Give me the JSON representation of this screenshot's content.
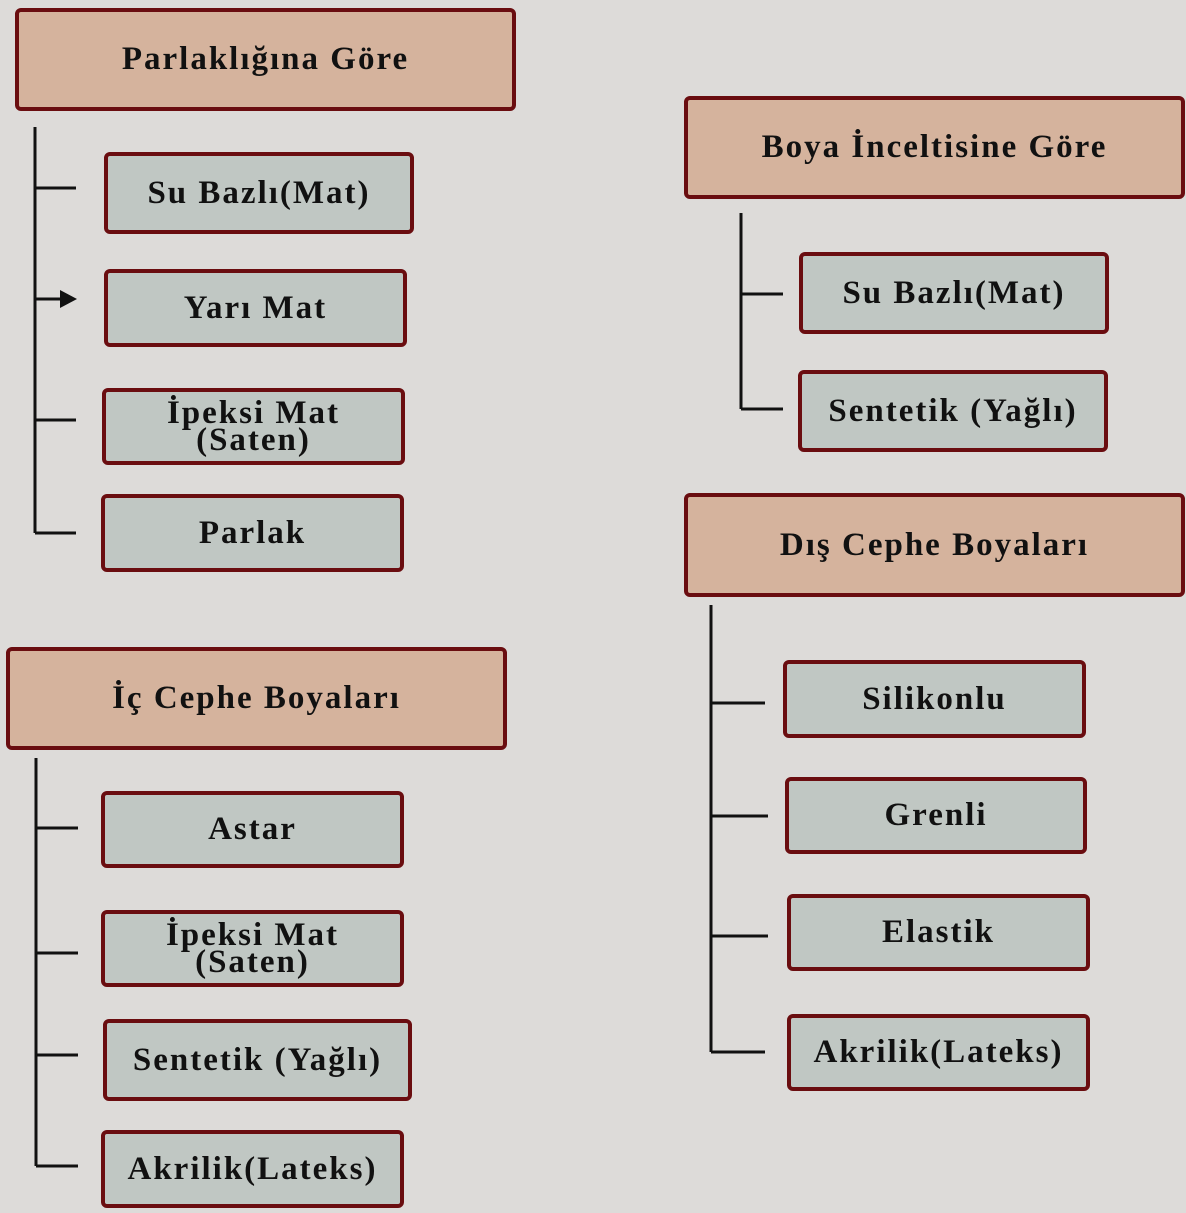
{
  "groups": [
    {
      "title": "Parlaklığına Göre",
      "items": [
        "Su Bazlı(Mat)",
        "Yarı Mat",
        "İpeksi Mat|(Saten)",
        "Parlak"
      ]
    },
    {
      "title": "Boya İnceltisine Göre",
      "items": [
        "Su Bazlı(Mat)",
        "Sentetik (Yağlı)"
      ]
    },
    {
      "title": "Dış Cephe Boyaları",
      "items": [
        "Silikonlu",
        "Grenli",
        "Elastik",
        "Akrilik(Lateks)"
      ]
    },
    {
      "title": "İç Cephe Boyaları",
      "items": [
        "Astar",
        "İpeksi Mat",
        "(Saten)",
        "Sentetik (Yağlı)",
        "Akrilik(Lateks)"
      ]
    }
  ],
  "labels": {
    "g1_l1": "İpeksi Mat",
    "g1_l2": "(Saten)",
    "g4_l1": "İpeksi Mat",
    "g4_l2": "(Saten)"
  },
  "colors": {
    "header_fill": "#d5b39d",
    "item_fill": "#c0c7c3",
    "border": "#6a0d10",
    "background": "#dddbd9"
  }
}
